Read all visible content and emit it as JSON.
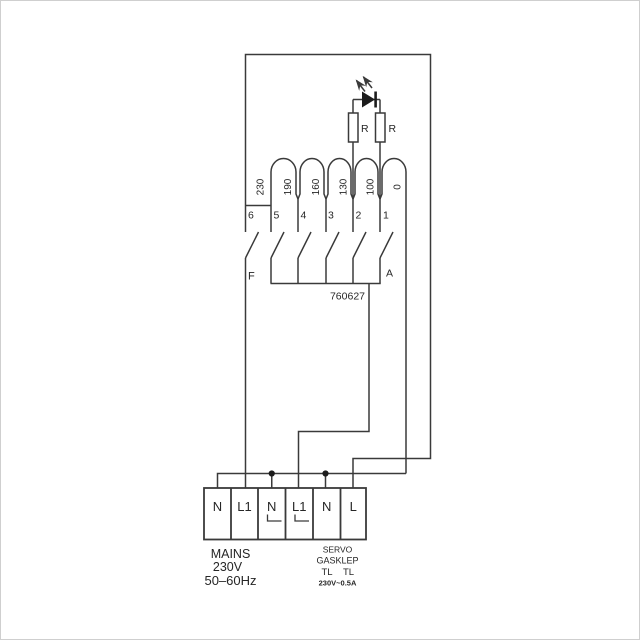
{
  "colors": {
    "wire": "#3a3a3a",
    "text": "#262626",
    "background": "#ffffff"
  },
  "schematic": {
    "part_number": "760627",
    "led_branch": {
      "resistor_left": "R",
      "resistor_right": "R"
    },
    "switches": {
      "first_label": "F",
      "last_label": "A"
    },
    "winding": {
      "voltages": [
        "230",
        "190",
        "160",
        "130",
        "100",
        "0"
      ],
      "terminal_numbers": [
        "6",
        "5",
        "4",
        "3",
        "2",
        "1"
      ]
    },
    "terminal_block": {
      "labels": [
        "N",
        "L1",
        "N",
        "L1",
        "N",
        "L"
      ]
    },
    "mains": {
      "line1": "MAINS",
      "line2": "230V",
      "line3": "50–60Hz"
    },
    "servo": {
      "line1": "SERVO",
      "line2": "GASKLEP",
      "tl_left": "TL",
      "tl_right": "TL",
      "rating": "230V~0.5A"
    }
  }
}
